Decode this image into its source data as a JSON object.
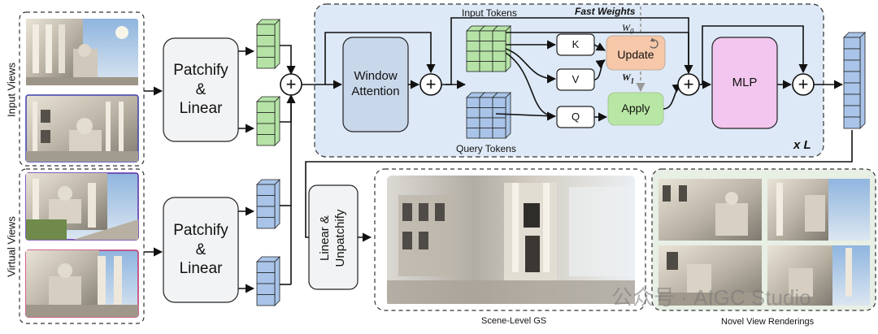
{
  "labels": {
    "input_views": "Input Views",
    "virtual_views": "Virtual Views",
    "patchify_top": "Patchify\n&\nLinear",
    "patchify_bottom": "Patchify\n&\nLinear",
    "window_attention": "Window\nAttention",
    "input_tokens": "Input Tokens",
    "query_tokens": "Query Tokens",
    "fast_weights": "Fast Weights",
    "w0": "W",
    "w0_sub": "0",
    "w1": "W",
    "w1_sub": "1",
    "k": "K",
    "v": "V",
    "q": "Q",
    "update": "Update",
    "apply": "Apply",
    "mlp": "MLP",
    "repeat": "x L",
    "linear_unpatchify": "Linear &\nUnpatchify",
    "scene_level_gs": "Scene-Level GS",
    "novel_view_renderings": "Novel View Renderings",
    "plus": "+"
  },
  "watermark": "公众号 · AIGC Studio",
  "colors": {
    "block_bg": "#dde9f6",
    "green_token": "#b5e3a6",
    "blue_token": "#a9c4e8",
    "attention_box": "#c9d7ea",
    "update_box": "#f6c8a9",
    "apply_box": "#b8e6a4",
    "mlp_box": "#f2c6ee",
    "neutral_box": "#f2f3f4"
  }
}
